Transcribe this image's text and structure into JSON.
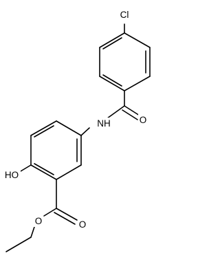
{
  "structure": {
    "labels": {
      "chlorine": "Cl",
      "amide_nh": "NH",
      "amide_oxygen": "O",
      "hydroxyl": "HO",
      "ester_carbonyl_oxygen": "O",
      "ester_ether_oxygen": "O"
    },
    "colors": {
      "bond": "#000000",
      "text": "#000000",
      "background": "#ffffff"
    }
  }
}
